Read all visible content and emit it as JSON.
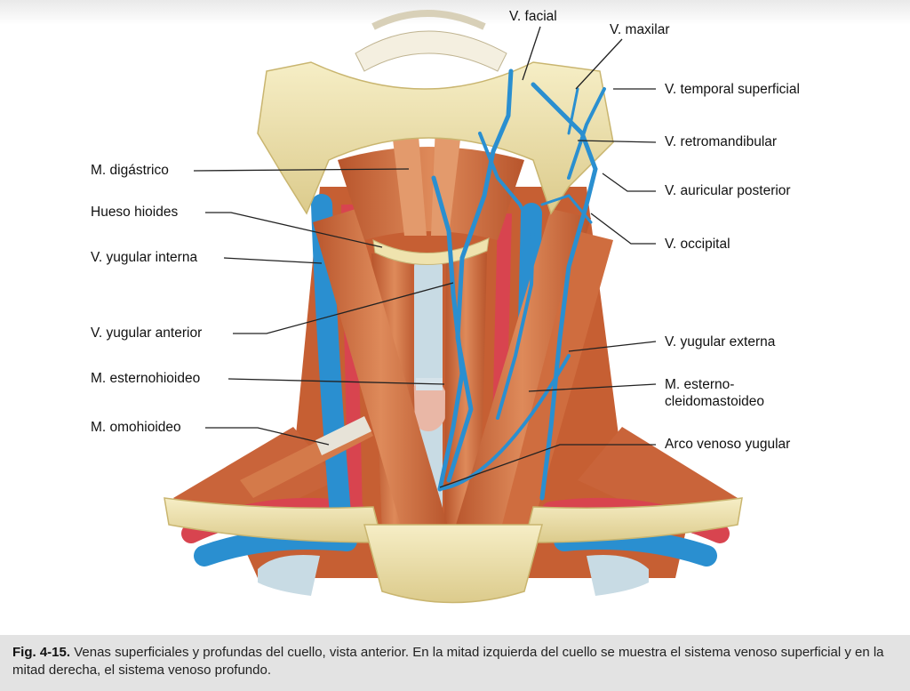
{
  "labels": {
    "facial": "V. facial",
    "maxilar": "V. maxilar",
    "temporal": "V. temporal superficial",
    "retromandibular": "V. retromandibular",
    "auricular": "V. auricular posterior",
    "occipital": "V. occipital",
    "yugular_externa": "V. yugular externa",
    "esterno_line1": "M. esterno-",
    "esterno_line2": "cleidomastoideo",
    "arco": "Arco venoso yugular",
    "digastrico": "M. digástrico",
    "hioides": "Hueso hioides",
    "yugular_interna": "V. yugular interna",
    "yugular_anterior": "V. yugular anterior",
    "esternohioideo": "M. esternohioideo",
    "omohioideo": "M. omohioideo"
  },
  "caption": {
    "figure_number": "Fig. 4-15.",
    "text": "Venas superficiales y profundas del cuello, vista anterior. En la mitad izquierda del cuello se muestra el sistema venoso superficial y en la mitad derecha, el sistema venoso profundo."
  },
  "colors": {
    "vein": "#2a8fd0",
    "artery": "#d8444f",
    "muscle": "#cf6d3f",
    "bone": "#efe3ae",
    "cartilage": "#c8dbe4"
  }
}
